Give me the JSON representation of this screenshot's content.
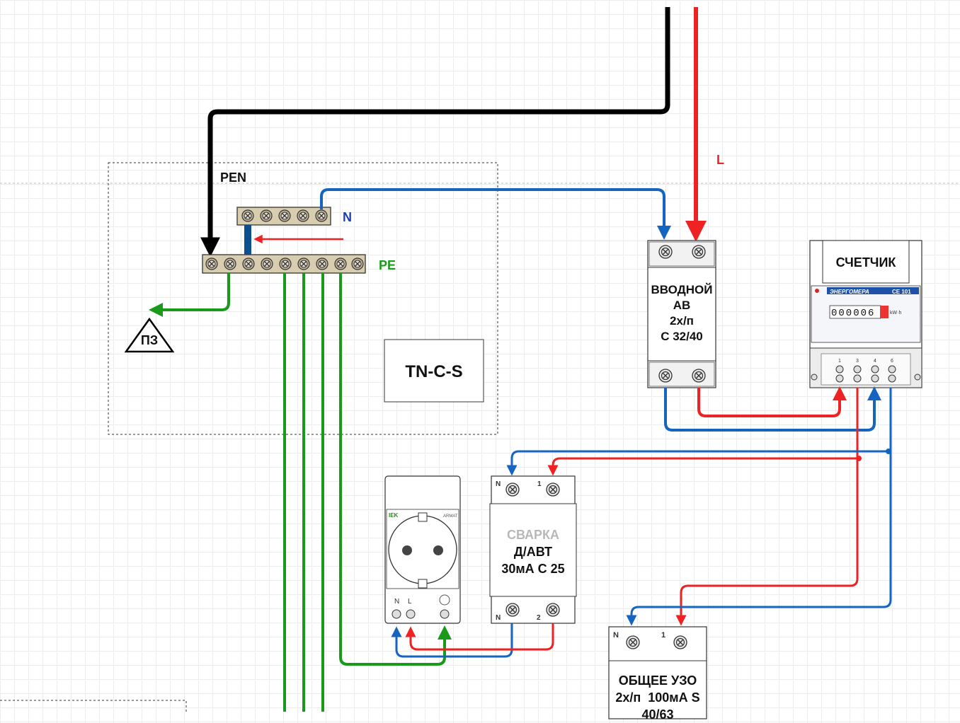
{
  "labels": {
    "pen": "PEN",
    "n": "N",
    "pe": "PE",
    "l": "L",
    "pz": "ПЗ",
    "scheme": "TN-C-S"
  },
  "input_breaker": {
    "line1": "ВВОДНОЙ",
    "line2": "АВ",
    "line3": "2х/п",
    "line4": "С 32/40"
  },
  "meter": {
    "title": "СЧЕТЧИК",
    "brand": "ЭНЕРГОМЕРА",
    "model": "CE 101",
    "reading": "000006",
    "unit": "kW·h",
    "terminals": [
      "1",
      "3",
      "4",
      "6"
    ]
  },
  "socket": {
    "brand": "IEK",
    "model": "ARMAT",
    "terminal_n": "N",
    "terminal_l": "L"
  },
  "welding_rcbo": {
    "line1": "СВАРКА",
    "line2": "Д/АВТ",
    "line3": "30мА С 25",
    "top_n": "N",
    "top_1": "1",
    "bottom_n": "N",
    "bottom_2": "2"
  },
  "main_rcd": {
    "line1": "ОБЩЕЕ УЗО",
    "line2": "2х/п  100мА S",
    "line3": "40/63",
    "top_n": "N",
    "top_1": "1"
  },
  "colors": {
    "neutral": "#1565c0",
    "line": "#ee2222",
    "ground": "#1a9a1a",
    "pen": "#000000"
  }
}
